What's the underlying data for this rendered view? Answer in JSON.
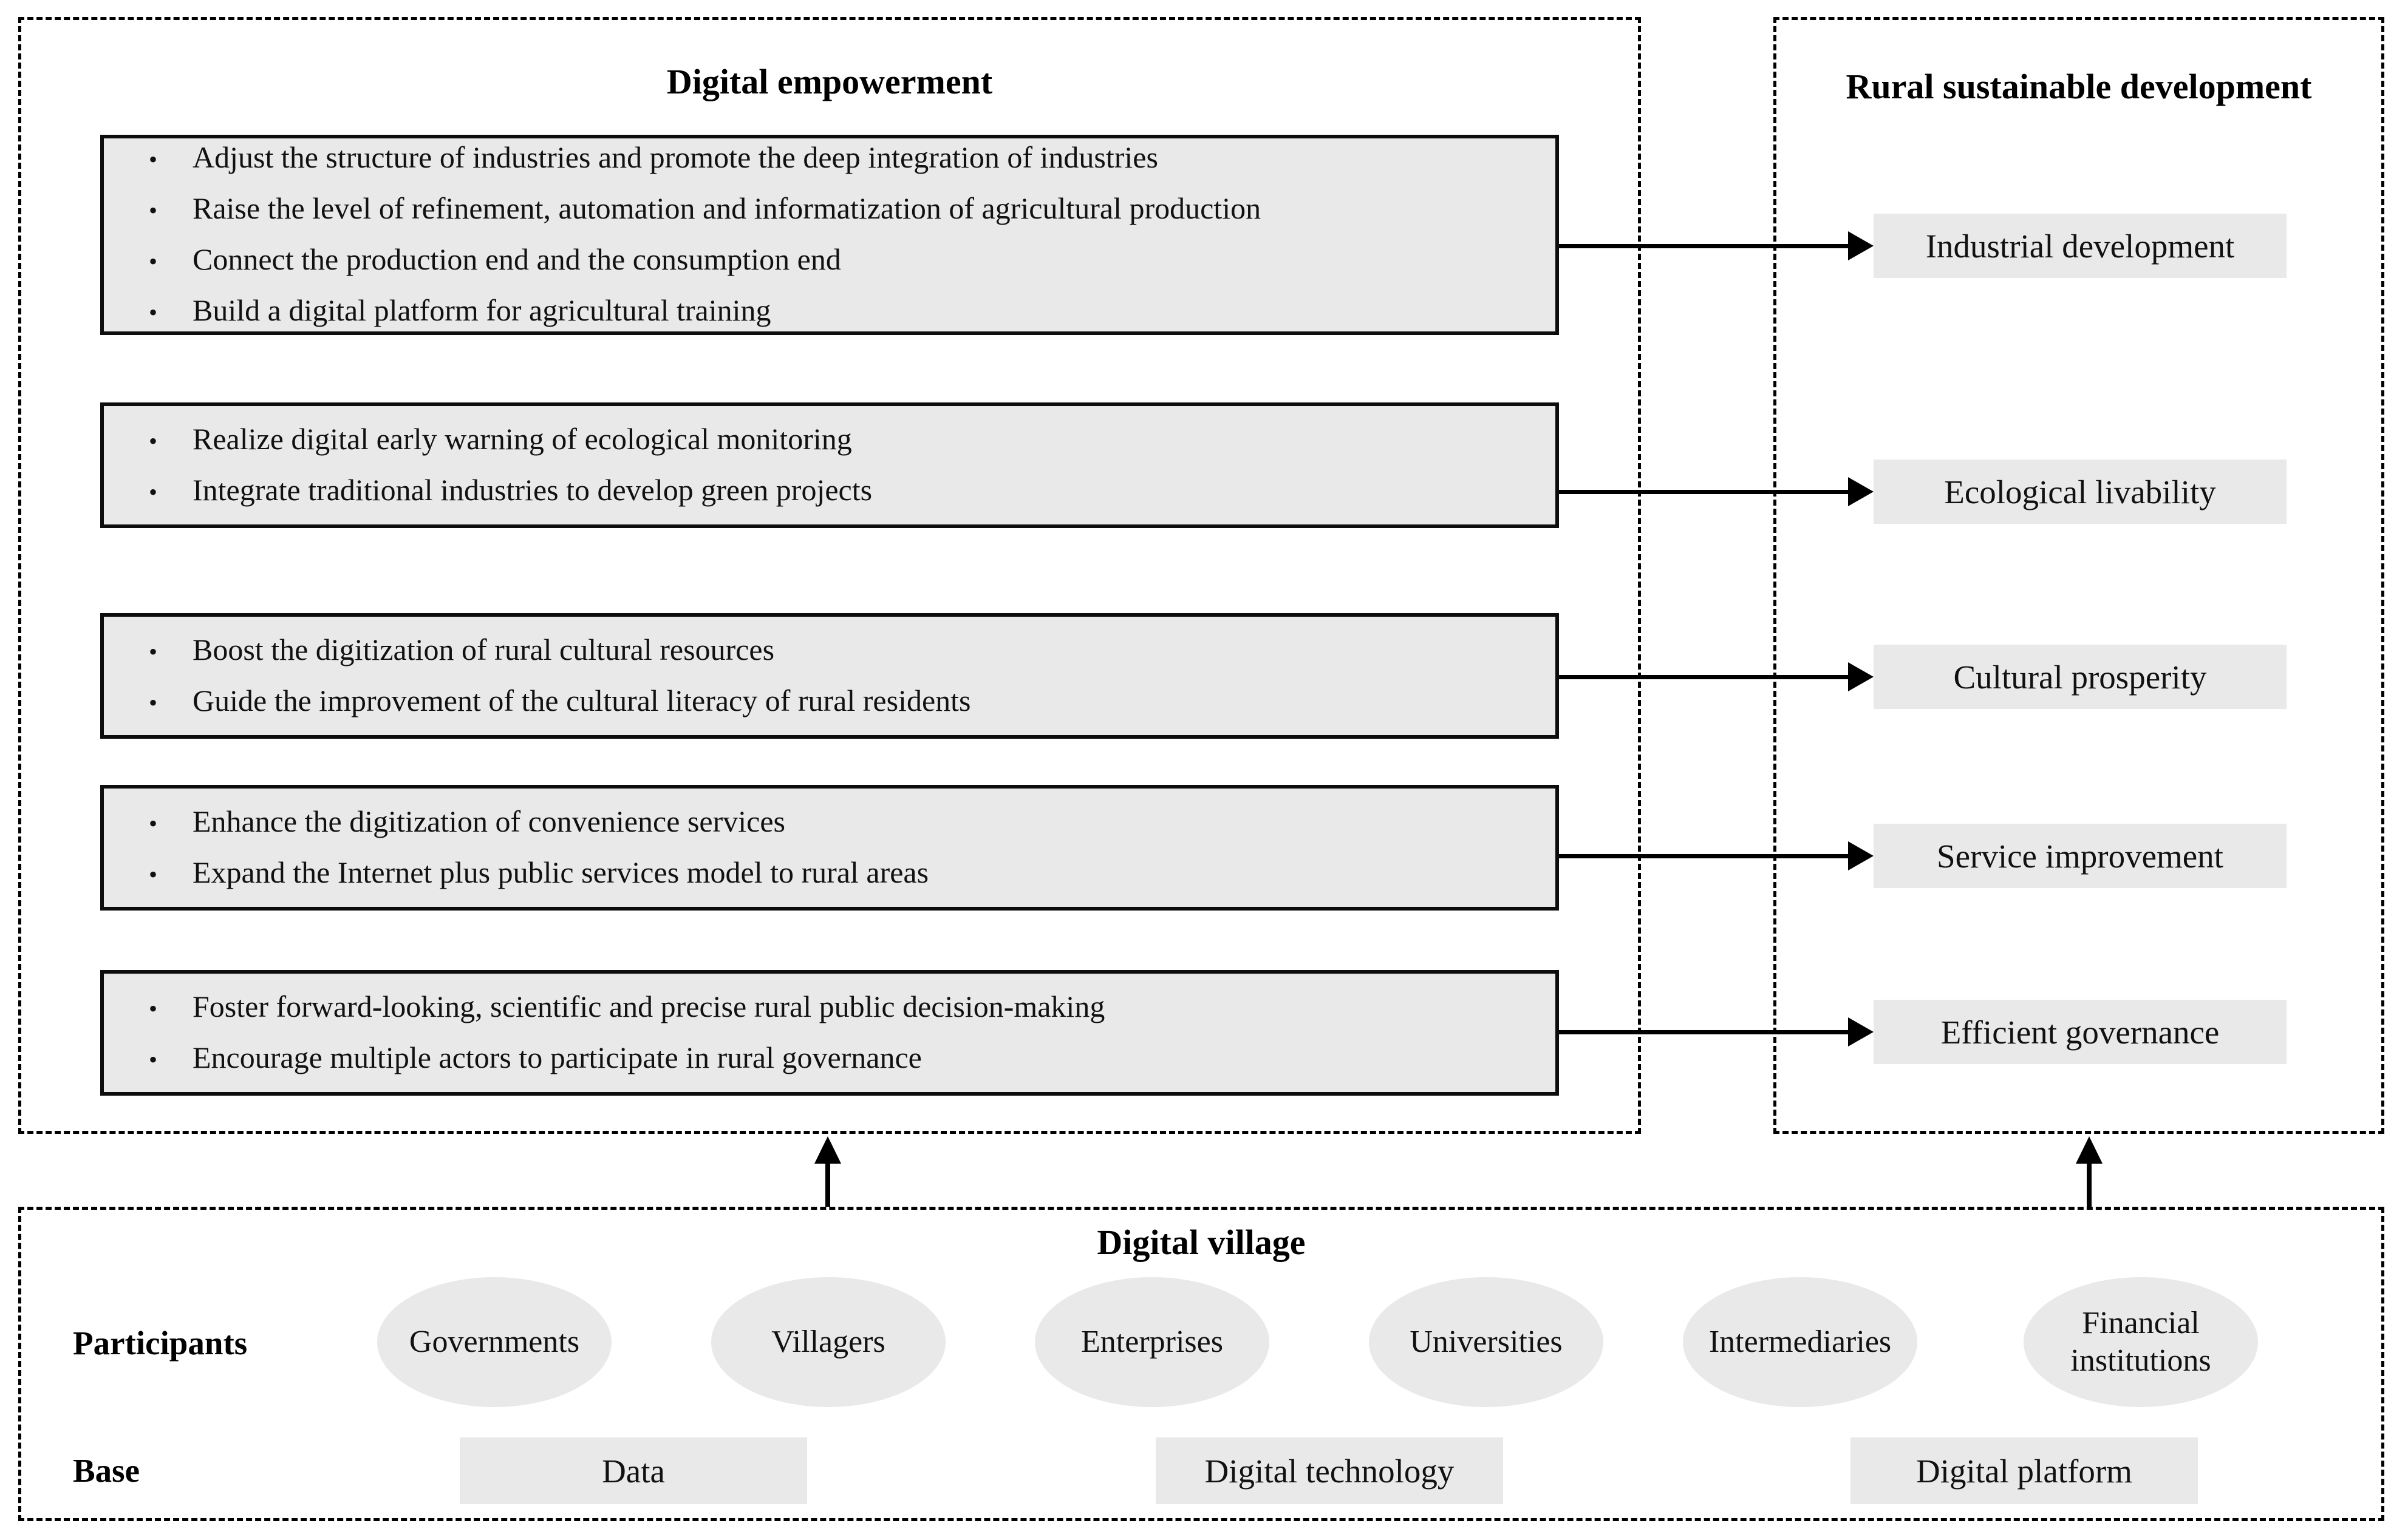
{
  "figure": {
    "left_panel": {
      "title": "Digital empowerment",
      "boxes": [
        {
          "bullets": [
            "Adjust the structure of industries and promote the deep integration of industries",
            "Raise the level of refinement, automation and informatization of agricultural production",
            "Connect the production end and the consumption end",
            "Build a digital platform for agricultural training"
          ]
        },
        {
          "bullets": [
            "Realize digital early warning of ecological monitoring",
            "Integrate traditional industries to develop green projects"
          ]
        },
        {
          "bullets": [
            "Boost the digitization of rural cultural resources",
            "Guide the improvement of the cultural literacy of rural residents"
          ]
        },
        {
          "bullets": [
            "Enhance the digitization of convenience services",
            "Expand the Internet plus public services model to rural areas"
          ]
        },
        {
          "bullets": [
            "Foster forward-looking, scientific and precise rural public decision-making",
            "Encourage multiple actors to participate in rural governance"
          ]
        }
      ]
    },
    "right_panel": {
      "title": "Rural sustainable development",
      "outcomes": [
        "Industrial development",
        "Ecological livability",
        "Cultural prosperity",
        "Service improvement",
        "Efficient governance"
      ]
    },
    "bottom_panel": {
      "title": "Digital village",
      "participants_label": "Participants",
      "participants": [
        "Governments",
        "Villagers",
        "Enterprises",
        "Universities",
        "Intermediaries",
        "Financial institutions"
      ],
      "base_label": "Base",
      "base_items": [
        "Data",
        "Digital technology",
        "Digital platform"
      ]
    },
    "bullet_glyph": "•",
    "colors": {
      "shape_fill": "#e9e9e9",
      "line": "#000000",
      "background": "#ffffff"
    }
  }
}
